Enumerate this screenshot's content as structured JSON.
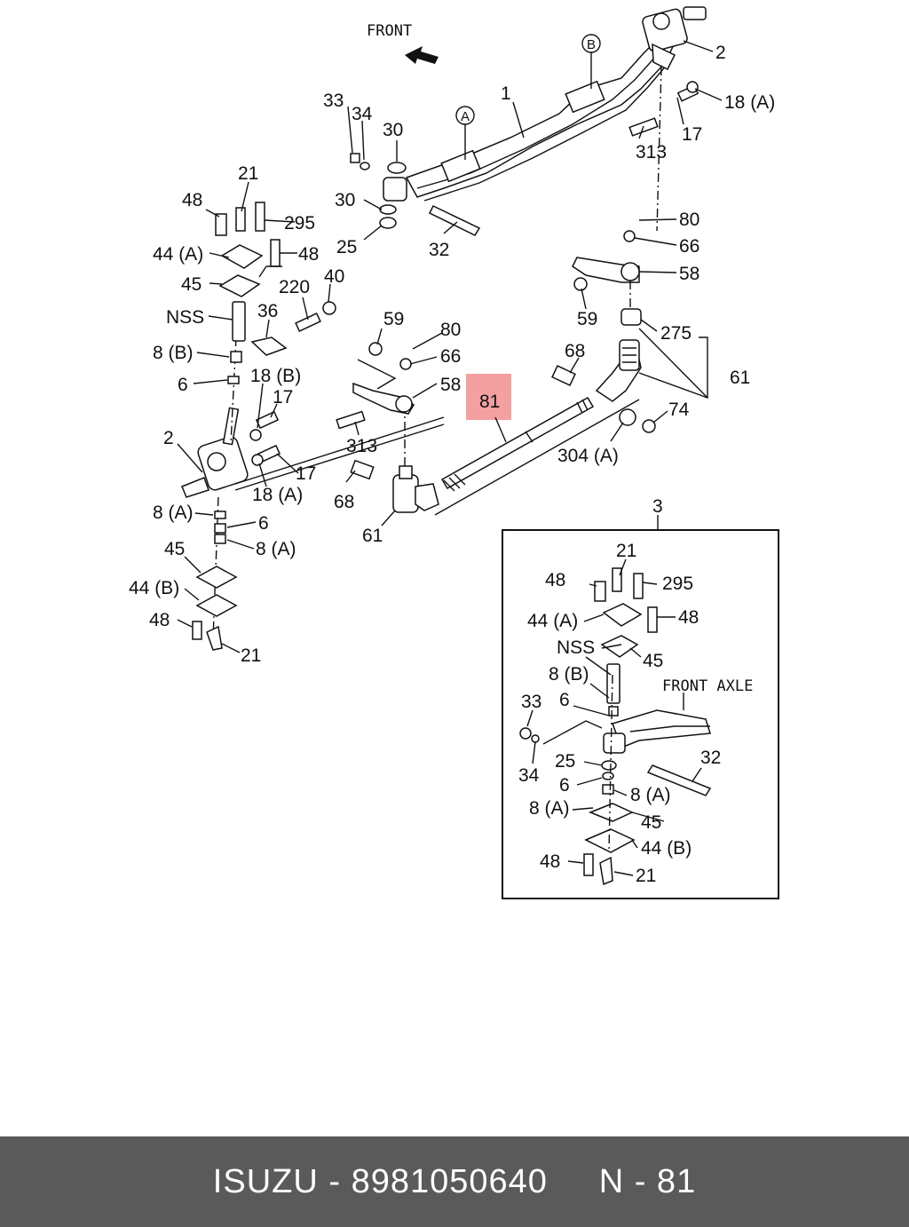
{
  "brand": "ISUZU",
  "part_number": "8981050640",
  "ref_label": "N - 81",
  "highlight_color": "#f4a0a0",
  "highlighted_callout": "81",
  "direction_label": "FRONT",
  "inset_title": "FRONT AXLE",
  "circled": [
    "A",
    "B"
  ],
  "callouts": {
    "c1": "1",
    "c2a": "2",
    "c18a": "18 (A)",
    "c17a": "17",
    "c313a": "313",
    "c80a": "80",
    "c66a": "66",
    "c58a": "58",
    "c59a": "59",
    "c275": "275",
    "c61a": "61",
    "c68a": "68",
    "c74": "74",
    "c304": "304 (A)",
    "c81": "81",
    "c61b": "61",
    "c68b": "68",
    "c313b": "313",
    "c58b": "58",
    "c66b": "66",
    "c80b": "80",
    "c59b": "59",
    "c33": "33",
    "c34": "34",
    "c30a": "30",
    "c30b": "30",
    "c25": "25",
    "c32": "32",
    "c21a": "21",
    "c48a": "48",
    "c295a": "295",
    "c44a": "44 (A)",
    "c48b": "48",
    "c45a": "45",
    "c220": "220",
    "c40": "40",
    "cnss": "NSS",
    "c36": "36",
    "c8b": "8 (B)",
    "c18b": "18 (B)",
    "c6a": "6",
    "c17b": "17",
    "c2b": "2",
    "c17c": "17",
    "c18c": "18 (A)",
    "c8a1": "8 (A)",
    "c6b": "6",
    "c45b": "45",
    "c8a2": "8 (A)",
    "c44b": "44 (B)",
    "c48c": "48",
    "c21b": "21",
    "i3": "3",
    "i21a": "21",
    "i48a": "48",
    "i295": "295",
    "i44a": "44 (A)",
    "i48b": "48",
    "inss": "NSS",
    "i45a": "45",
    "i8b": "8 (B)",
    "i33": "33",
    "i6a": "6",
    "i34": "34",
    "i25": "25",
    "i32": "32",
    "i6b": "6",
    "i8a1": "8 (A)",
    "i8a2": "8 (A)",
    "i45b": "45",
    "i44b": "44 (B)",
    "i48c": "48",
    "i21b": "21"
  }
}
